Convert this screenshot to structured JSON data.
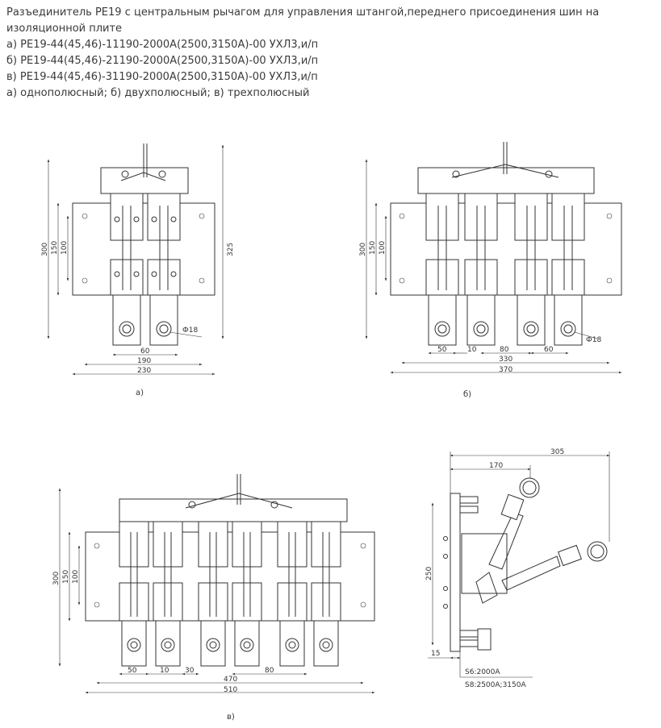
{
  "header": {
    "title_line1": "Разъединитель РЕ19 с центральным рычагом для управления штангой,переднего присоединения шин на",
    "title_line2": "изоляционной плите",
    "variant_a": "а) РЕ19-44(45,46)-11190-2000А(2500,3150А)-00 УХЛ3,и/п",
    "variant_b": "б) РЕ19-44(45,46)-21190-2000А(2500,3150А)-00 УХЛ3,и/п",
    "variant_c": "в) РЕ19-44(45,46)-31190-2000А(2500,3150А)-00 УХЛ3,и/п",
    "legend": "а) однополюсный;  б) двухполюсный;  в) трехполюсный"
  },
  "figure_a": {
    "caption": "а)",
    "dims": {
      "d300": "300",
      "d150": "150",
      "d100": "100",
      "d325": "325",
      "d60": "60",
      "d190": "190",
      "d230": "230",
      "phi": "Ф18"
    }
  },
  "figure_b": {
    "caption": "б)",
    "dims": {
      "d300": "300",
      "d150": "150",
      "d100": "100",
      "d50": "50",
      "d10": "10",
      "d80": "80",
      "d60": "60",
      "d330": "330",
      "d370": "370",
      "phi": "Ф18"
    }
  },
  "figure_c": {
    "caption": "в)",
    "dims": {
      "d300": "300",
      "d150": "150",
      "d100": "100",
      "d50": "50",
      "d10": "10",
      "d30": "30",
      "d80": "80",
      "d470": "470",
      "d510": "510"
    }
  },
  "figure_side": {
    "dims": {
      "d305": "305",
      "d170": "170",
      "d250": "250",
      "d15": "15"
    },
    "note1": "S6:2000A",
    "note2": "S8:2500A;3150A"
  }
}
